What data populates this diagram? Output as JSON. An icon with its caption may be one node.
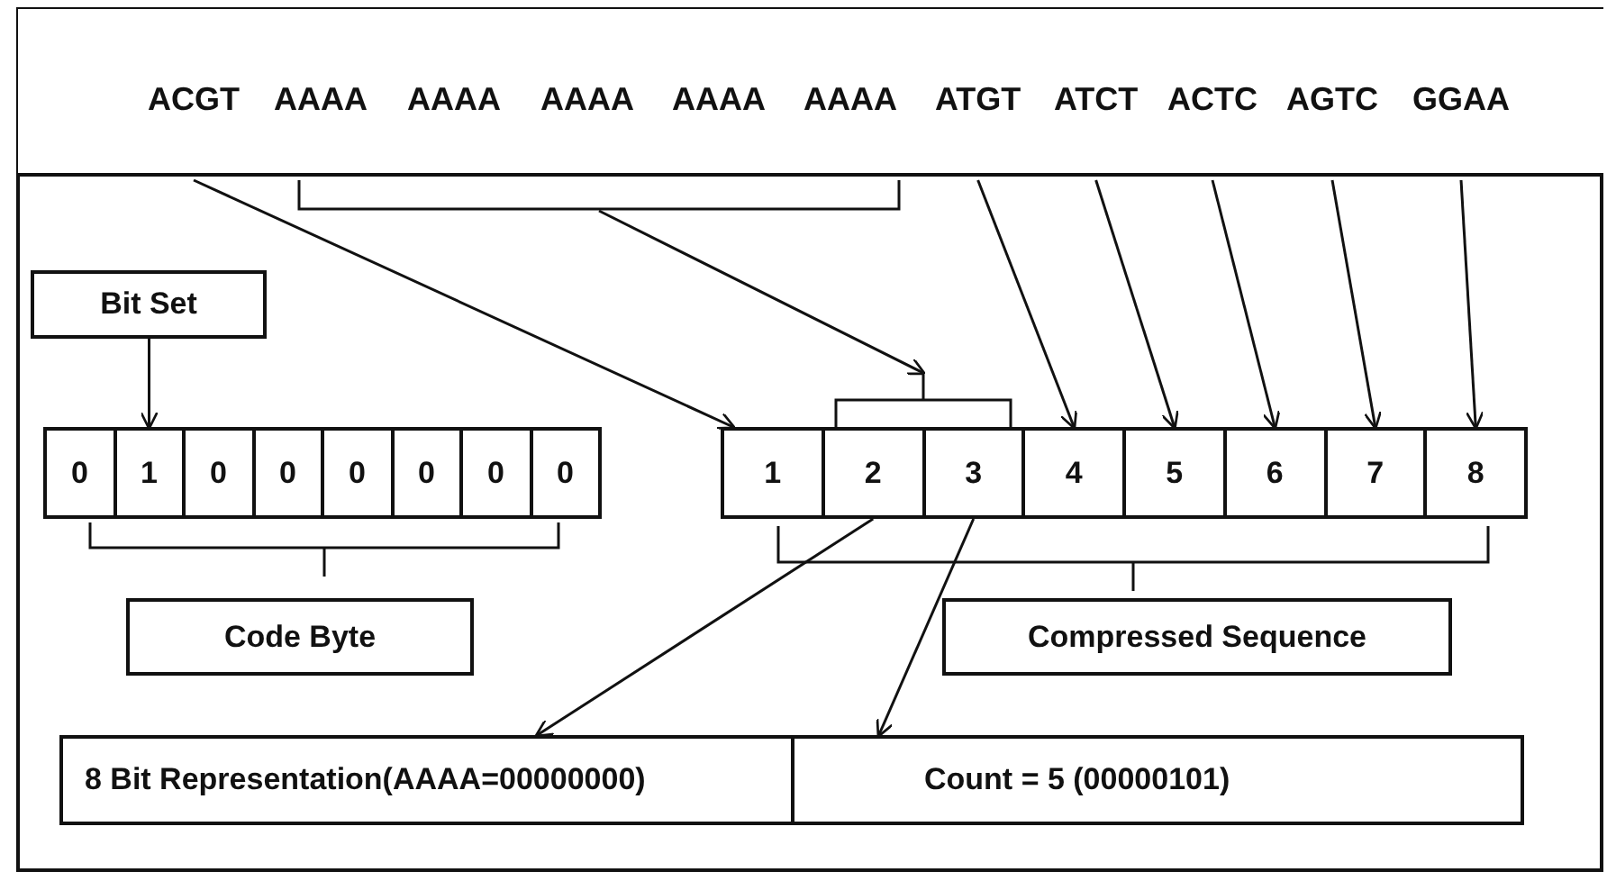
{
  "diagram": {
    "nodes": [
      {
        "text": [],
        "shape": "box"
      },
      {
        "text": [
          "ACGT"
        ],
        "in": 0
      },
      {
        "text": [
          "AAAA"
        ],
        "in": 0
      },
      {
        "text": [
          "AAAA"
        ],
        "in": 0
      },
      {
        "text": [
          "AAAA"
        ],
        "in": 0
      },
      {
        "text": [
          "AAAA"
        ],
        "in": 0
      },
      {
        "text": [
          "AAAA"
        ],
        "in": 0
      },
      {
        "text": [
          "ATGT"
        ],
        "in": 0
      },
      {
        "text": [
          "ATCT"
        ],
        "in": 0
      },
      {
        "text": [
          "ACTC"
        ],
        "in": 0
      },
      {
        "text": [
          "AGTC"
        ],
        "in": 0
      },
      {
        "text": [
          "GGAA"
        ],
        "in": 0
      },
      {
        "text": [
          "Bit Set"
        ]
      },
      {
        "text": [
          "0"
        ]
      },
      {
        "text": [
          "1"
        ]
      },
      {
        "text": [
          "0"
        ]
      },
      {
        "text": [
          "0"
        ]
      },
      {
        "text": [
          "0"
        ]
      },
      {
        "text": [
          "0"
        ]
      },
      {
        "text": [
          "0"
        ]
      },
      {
        "text": [
          "0"
        ]
      },
      {
        "text": [
          "1"
        ]
      },
      {
        "text": [
          "2"
        ]
      },
      {
        "text": [
          "3"
        ]
      },
      {
        "text": [
          "4"
        ]
      },
      {
        "text": [
          "5"
        ]
      },
      {
        "text": [
          "6"
        ]
      },
      {
        "text": [
          "7"
        ]
      },
      {
        "text": [
          "8"
        ]
      },
      {
        "text": [
          "Code Byte"
        ]
      },
      {
        "text": [
          "Compressed Sequence"
        ]
      },
      {
        "text": [
          "8 Bit Representation(AAAA=00000000)"
        ]
      },
      {
        "text": [
          "Count = 5 (00000101)"
        ]
      },
      {
        "text": [],
        "shape": "bracket"
      },
      {
        "text": [],
        "shape": "bracket"
      }
    ],
    "edges": [
      {
        "from": 1,
        "to": 21,
        "arrow": "to"
      },
      {
        "from": 33,
        "to": 34,
        "arrow": "to"
      },
      {
        "from": 7,
        "to": 24,
        "arrow": "to"
      },
      {
        "from": 8,
        "to": 25,
        "arrow": "to"
      },
      {
        "from": 9,
        "to": 26,
        "arrow": "to"
      },
      {
        "from": 10,
        "to": 27,
        "arrow": "to"
      },
      {
        "from": 11,
        "to": 28,
        "arrow": "to"
      },
      {
        "from": 12,
        "to": 14,
        "arrow": "to"
      },
      {
        "from": 22,
        "to": 31,
        "arrow": "to"
      },
      {
        "from": 23,
        "to": 32,
        "arrow": "to"
      }
    ]
  }
}
